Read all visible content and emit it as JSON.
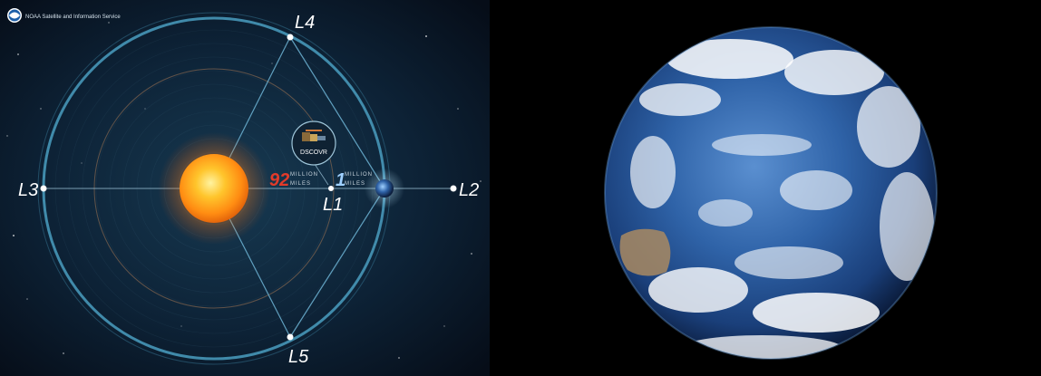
{
  "lagrange_diagram": {
    "header": {
      "org_text": "NOAA Satellite and Information Service",
      "logo_icon": "noaa-logo-icon"
    },
    "points": {
      "l1": "L1",
      "l2": "L2",
      "l3": "L3",
      "l4": "L4",
      "l5": "L5"
    },
    "satellite_label": "DSCOVR",
    "distance_sun_earth": {
      "value": "92",
      "unit_top": "MILLION",
      "unit_bottom": "MILES"
    },
    "distance_l1_earth": {
      "value": "1",
      "unit_top": "MILLION",
      "unit_bottom": "MILES"
    },
    "colors": {
      "orbit": "#4a9ec0",
      "sun": "#ffb21e",
      "distance_accent": "#e23b2a",
      "earth_ocean": "#2f63a8"
    }
  },
  "earth_photo": {
    "subject": "earth-full-disk-image"
  }
}
